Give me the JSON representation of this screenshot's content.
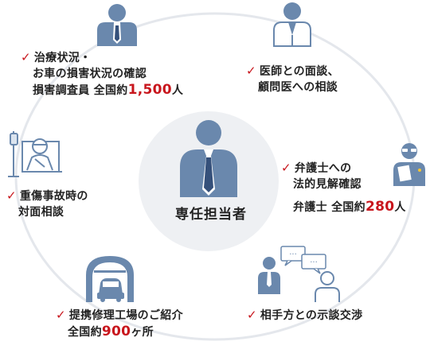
{
  "colors": {
    "accent": "#c8161d",
    "icon": "#6a88ad",
    "ring": "#e4e7ec",
    "center_disc": "#eef0f3"
  },
  "center": {
    "label": "専任担当者"
  },
  "nodes": {
    "investigator": {
      "l1": "治療状況・",
      "l2": "お車の損害状況の確認",
      "l3_pre": "損害調査員 全国約",
      "l3_num": "1,500",
      "l3_post": "人"
    },
    "doctor": {
      "l1": "医師との面談、",
      "l2": "顧問医への相談"
    },
    "lawyer": {
      "l1": "弁護士への",
      "l2": "法的見解確認",
      "l3_pre": "弁護士 全国約",
      "l3_num": "280",
      "l3_post": "人"
    },
    "hospital": {
      "l1": "重傷事故時の",
      "l2": "対面相談"
    },
    "garage": {
      "l1": "提携修理工場のご紹介",
      "l2_pre": "全国約",
      "l2_num": "900",
      "l2_post": "ヶ所"
    },
    "negotiation": {
      "l1": "相手方との示談交渉"
    }
  },
  "check_mark": "✓"
}
